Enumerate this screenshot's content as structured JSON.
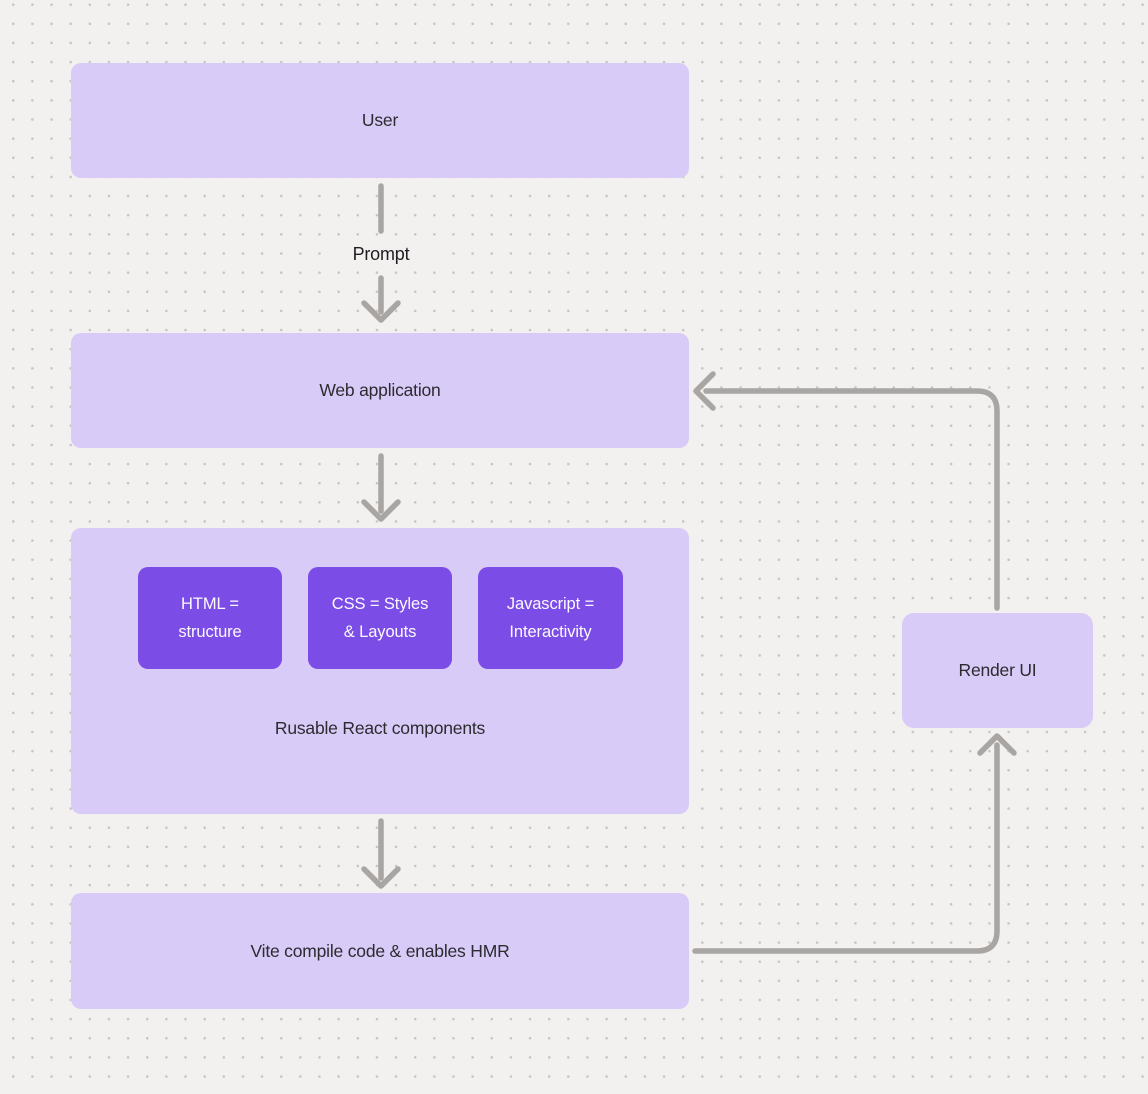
{
  "diagram": {
    "nodes": {
      "user": {
        "label": "User"
      },
      "web_application": {
        "label": "Web application"
      },
      "components": {
        "caption": "Rusable React components",
        "children": [
          {
            "lines": [
              "HTML =",
              "structure"
            ]
          },
          {
            "lines": [
              "CSS = Styles",
              "& Layouts"
            ]
          },
          {
            "lines": [
              "Javascript =",
              "Interactivity"
            ]
          }
        ]
      },
      "vite": {
        "label": "Vite compile code & enables HMR"
      },
      "render_ui": {
        "label": "Render UI"
      }
    },
    "edges": {
      "user_to_webapp_label": "Prompt"
    }
  },
  "colors": {
    "background": "#f2f1ef",
    "grid_dot": "#c7c4c2",
    "node_fill": "#d9cbf7",
    "component_fill": "#7c4ce6",
    "connector": "#a8a5a3",
    "text_dark": "#2b2b30",
    "text_light": "#fbfaff"
  }
}
